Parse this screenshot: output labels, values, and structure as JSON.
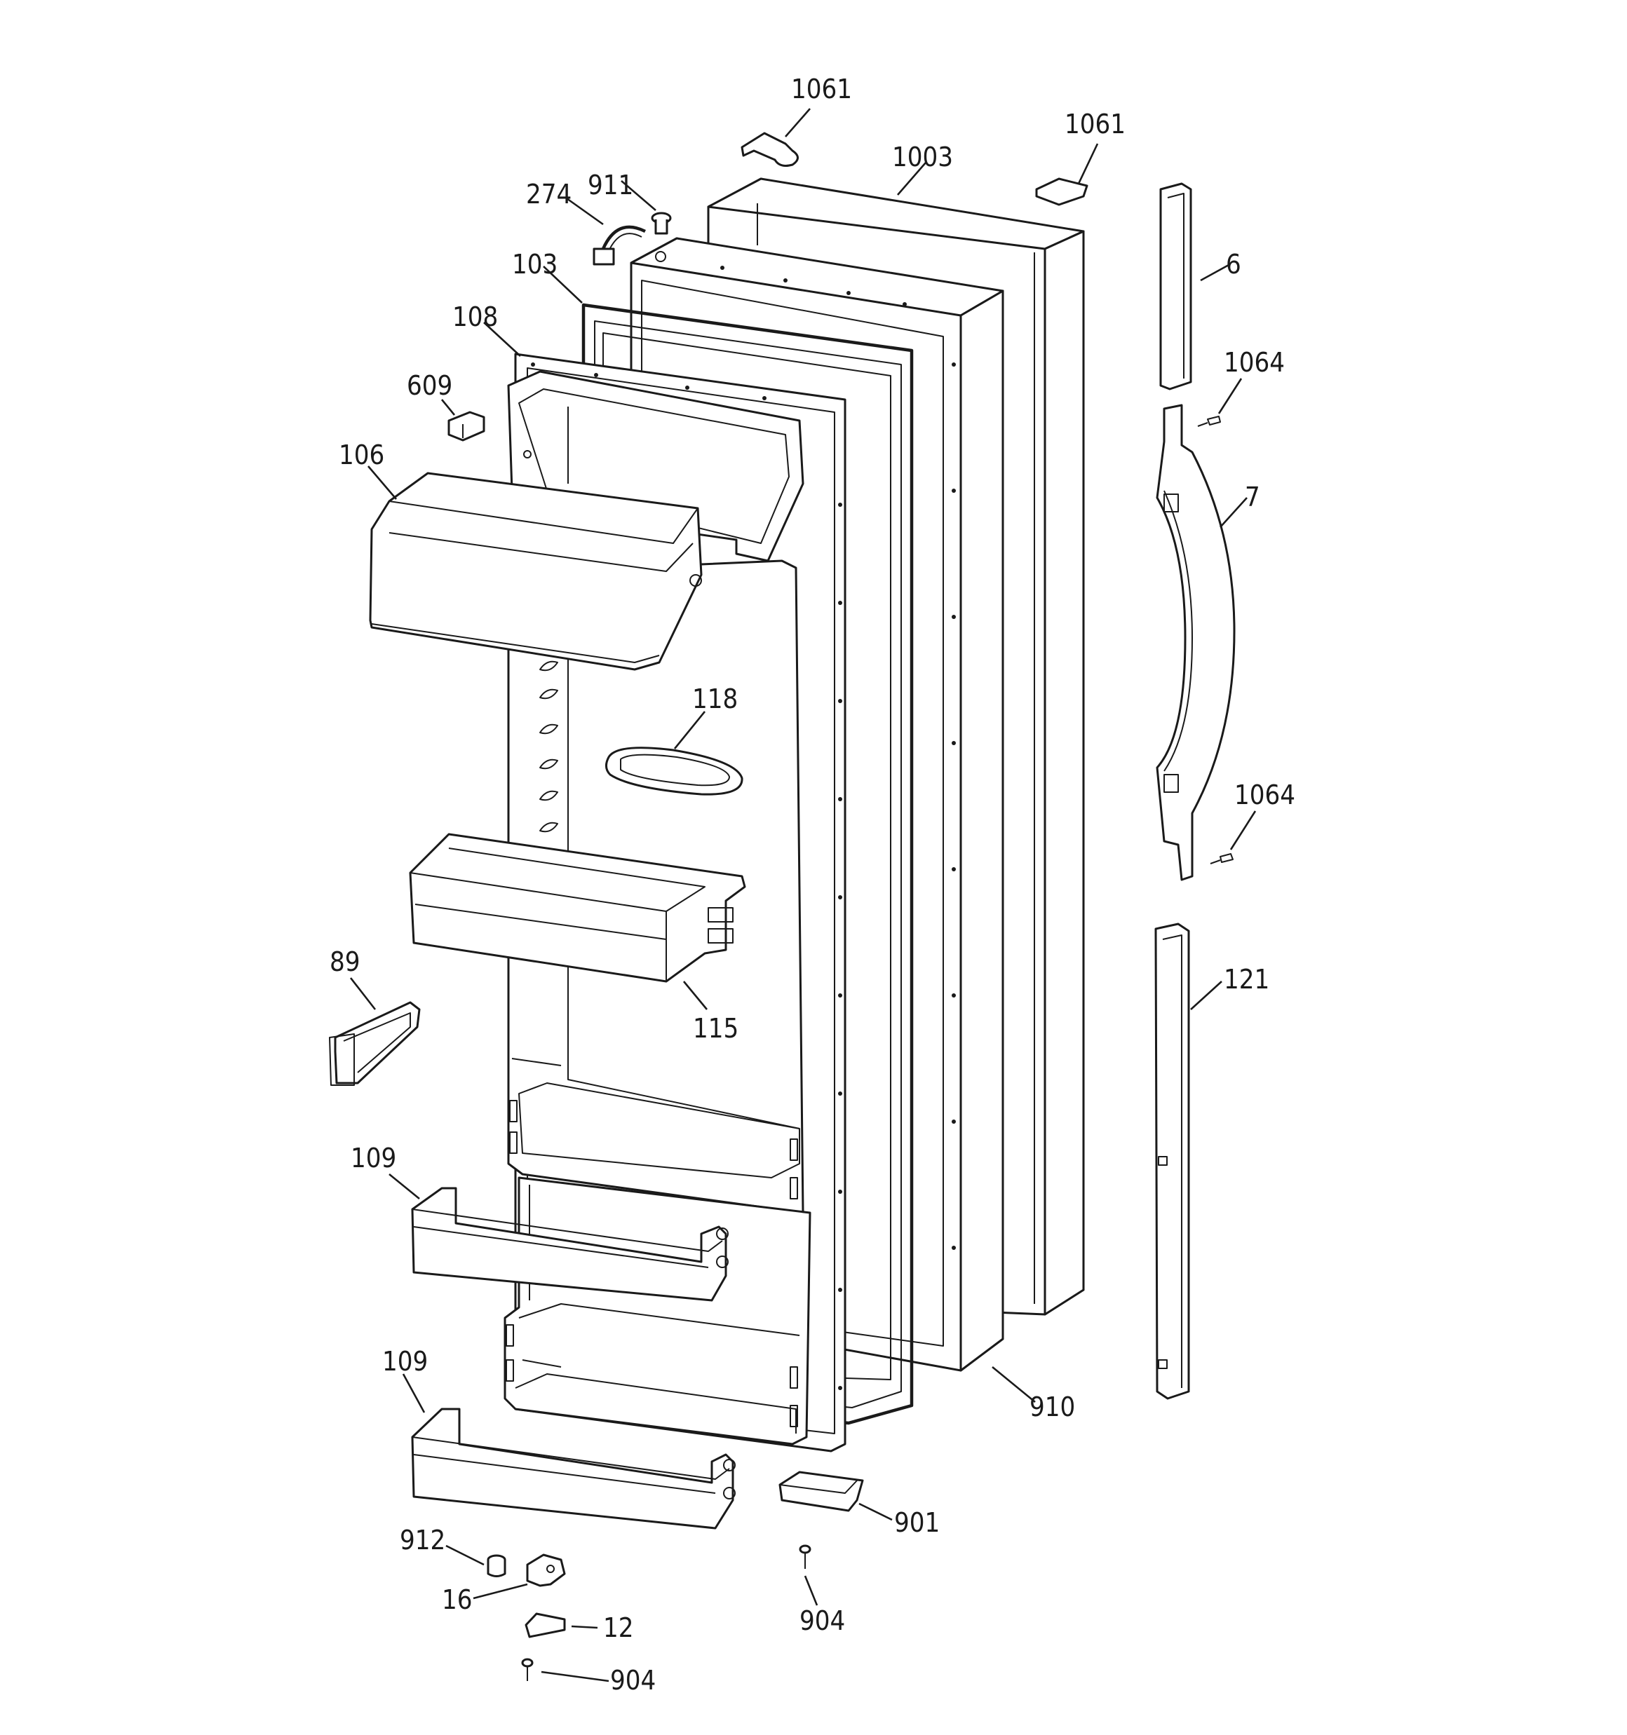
{
  "diagram": {
    "callouts": [
      {
        "id": "hinge-cover-top",
        "text": "1061"
      },
      {
        "id": "hinge-shim-top",
        "text": "1061"
      },
      {
        "id": "door-outer-shell",
        "text": "1003"
      },
      {
        "id": "screw-top",
        "text": "911"
      },
      {
        "id": "wire-harness",
        "text": "274"
      },
      {
        "id": "door-foam-assembly",
        "text": "103"
      },
      {
        "id": "door-gasket",
        "text": "108"
      },
      {
        "id": "switch",
        "text": "609"
      },
      {
        "id": "dairy-door",
        "text": "106"
      },
      {
        "id": "trim-upper",
        "text": "6"
      },
      {
        "id": "screw-upper",
        "text": "1064"
      },
      {
        "id": "handle",
        "text": "7"
      },
      {
        "id": "screw-lower",
        "text": "1064"
      },
      {
        "id": "egg-tray",
        "text": "118"
      },
      {
        "id": "bin-middle",
        "text": "115"
      },
      {
        "id": "cover-89",
        "text": "89"
      },
      {
        "id": "trim-lower",
        "text": "121"
      },
      {
        "id": "shelf-upper",
        "text": "109"
      },
      {
        "id": "shelf-lower",
        "text": "109"
      },
      {
        "id": "door-seal",
        "text": "910"
      },
      {
        "id": "door-stop",
        "text": "901"
      },
      {
        "id": "screw-stop",
        "text": "904"
      },
      {
        "id": "bushing",
        "text": "912"
      },
      {
        "id": "hinge-bottom",
        "text": "16"
      },
      {
        "id": "shim-bottom",
        "text": "12"
      },
      {
        "id": "screw-bottom",
        "text": "904"
      }
    ]
  }
}
